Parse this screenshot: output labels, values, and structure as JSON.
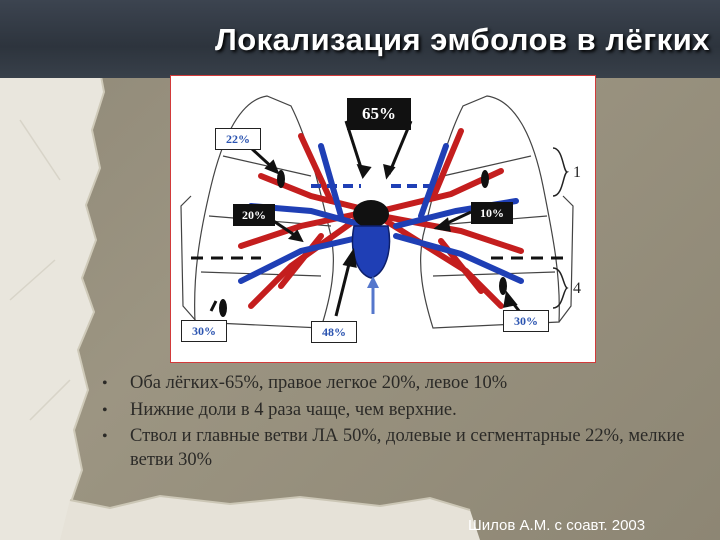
{
  "slide": {
    "title": "Локализация эмболов в лёгких",
    "bullets": [
      "Оба лёгких-65%, правое легкое 20%, левое 10%",
      "Нижние доли в 4 раза чаще, чем верхние.",
      "Ствол и главные ветви ЛА 50%, долевые и сегментарные 22%, мелкие ветви 30%"
    ],
    "credit": "Шилов А.М. с соавт.   2003"
  },
  "figure": {
    "labels": {
      "both_lungs": "65%",
      "upper_right": "22%",
      "right_lung": "20%",
      "left_lung": "10%",
      "lower_right": "30%",
      "trunk": "48%",
      "lower_left": "30%"
    },
    "bracket_labels": {
      "upper": "1",
      "lower": "4"
    },
    "colors": {
      "artery_red": "#c41e1e",
      "vein_blue": "#1f3fb5",
      "frame_red": "#d23a3a"
    }
  }
}
